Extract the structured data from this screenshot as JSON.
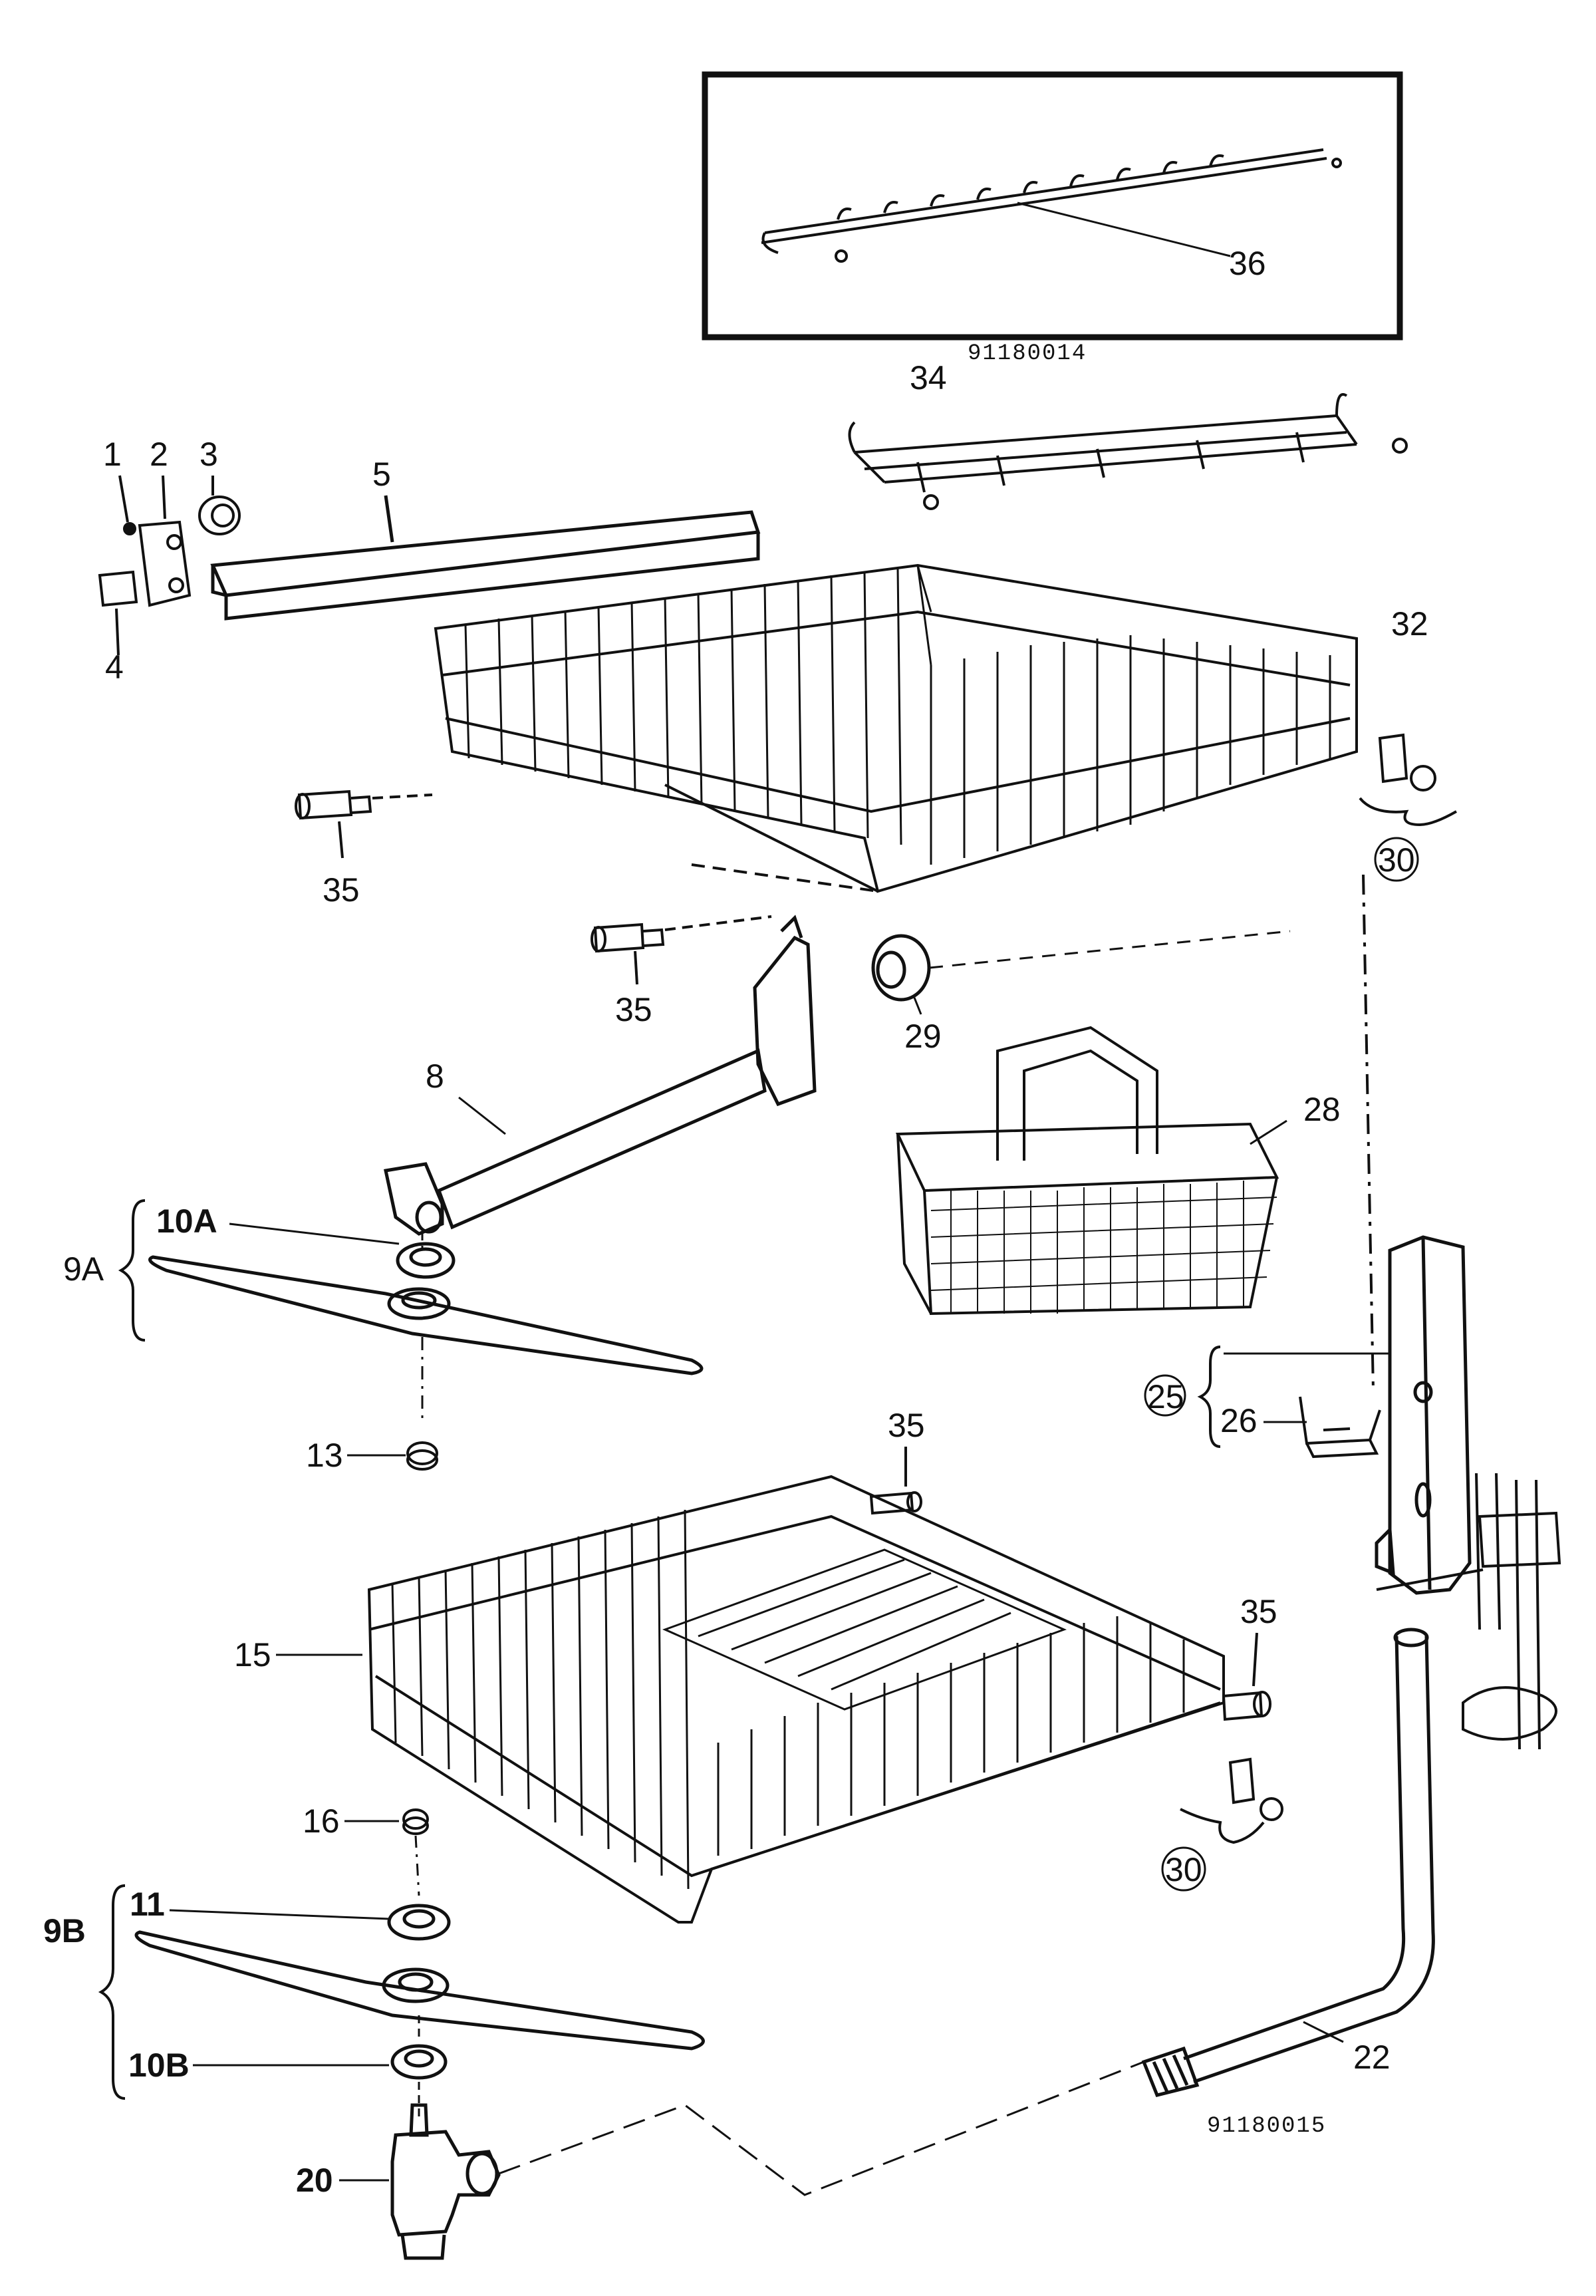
{
  "figure_codes": {
    "inset": "91180014",
    "main": "91180015"
  },
  "parts": {
    "p1": "1",
    "p2": "2",
    "p3": "3",
    "p4": "4",
    "p5": "5",
    "p8": "8",
    "p9a": "9A",
    "p9b": "9B",
    "p10a": "10A",
    "p10b": "10B",
    "p11": "11",
    "p13": "13",
    "p15": "15",
    "p16": "16",
    "p20": "20",
    "p22": "22",
    "p25": "25",
    "p26": "26",
    "p28": "28",
    "p29": "29",
    "p30": "30",
    "p32": "32",
    "p34": "34",
    "p35": "35",
    "p36": "36"
  }
}
